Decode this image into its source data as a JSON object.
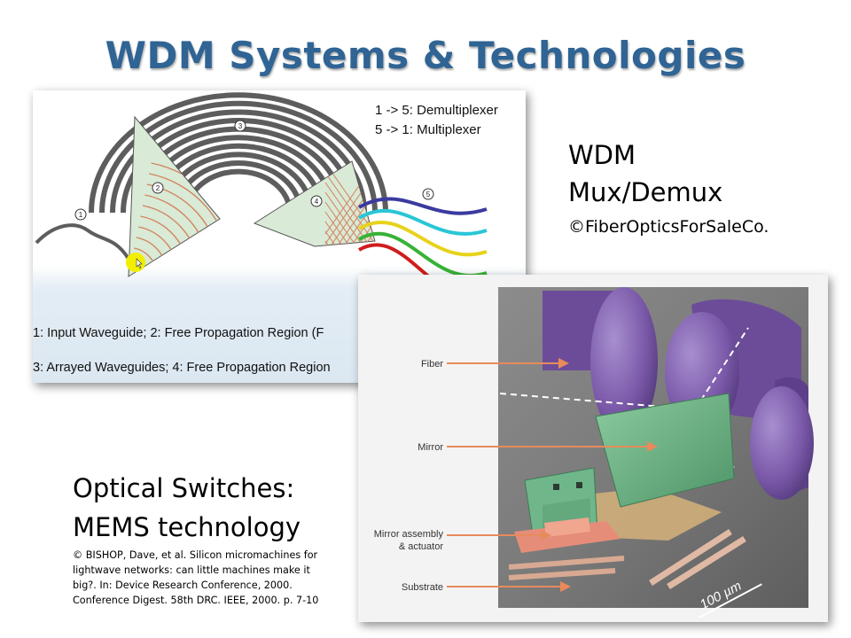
{
  "slide": {
    "title": "WDM Systems & Technologies",
    "wdm_label": {
      "line1": "WDM",
      "line2": "Mux/Demux",
      "credit": "©FiberOpticsForSaleCo."
    },
    "mems_label": {
      "line1": "Optical Switches:",
      "line2": "MEMS technology"
    },
    "citation_lines": [
      "© BISHOP, Dave, et al. Silicon micromachines for",
      "lightwave networks: can little machines make it",
      "big?. In: Device Research Conference,  2000.",
      "Conference Digest. 58th DRC. IEEE, 2000. p. 7-10"
    ]
  },
  "wdm_diagram": {
    "legend": [
      "1 -> 5: Demultiplexer",
      "5 -> 1: Multiplexer"
    ],
    "markers": [
      "1",
      "2",
      "3",
      "4",
      "5"
    ],
    "caption_lines": [
      "1: Input Waveguide; 2: Free Propagation Region (F",
      "3: Arrayed Waveguides; 4: Free Propagation Region"
    ],
    "output_colors": [
      "#3a3aa0",
      "#29c6d6",
      "#e8d21b",
      "#38b236",
      "#d01d1d"
    ],
    "waveguide_color": "#5d5d5d",
    "region_color": "#d9ead6",
    "highlight_color": "#f2ee00"
  },
  "mems_image": {
    "labels": [
      "Fiber",
      "Mirror",
      "Mirror assembly\n& actuator",
      "Substrate"
    ],
    "scale_bar": "100 µm",
    "fiber_color": "#7a58a8",
    "mirror_color": "#63ad7f",
    "arrow_color": "#e88a5c"
  }
}
